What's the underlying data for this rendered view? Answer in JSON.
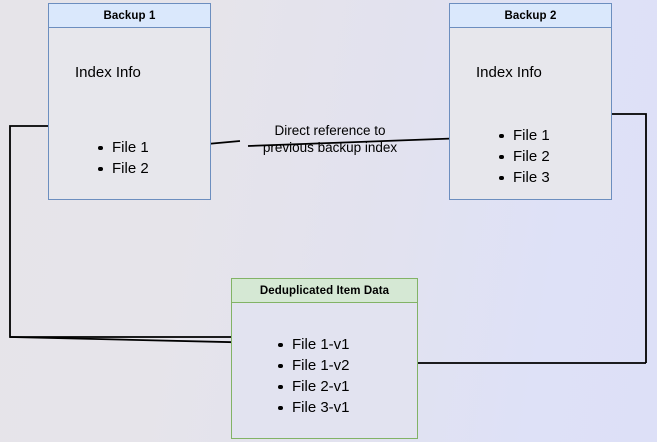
{
  "diagram": {
    "title": "Backup deduplication index reference diagram",
    "background": {
      "from_color": "#e6e4e9",
      "to_color": "#dde0f7"
    },
    "colors": {
      "blue_border": "#6c8ebf",
      "blue_header_fill": "#dae8fc",
      "green_border": "#82b366",
      "green_header_fill": "#d5e8d4",
      "node_body_fill": "#e7e7ec",
      "edge_stroke": "#000000"
    },
    "nodes": [
      {
        "id": "backup1",
        "title": "Backup 1",
        "section_label": "Index Info",
        "items": [
          "File 1",
          "File 2"
        ]
      },
      {
        "id": "backup2",
        "title": "Backup 2",
        "section_label": "Index Info",
        "items": [
          "File 1",
          "File 2",
          "File 3"
        ]
      },
      {
        "id": "dedup",
        "title": "Deduplicated Item Data",
        "items": [
          "File 1-v1",
          "File 1-v2",
          "File 2-v1",
          "File 3-v1"
        ]
      }
    ],
    "edges": [
      {
        "id": "edge-backup2-index-to-backup1-index",
        "label": "Direct reference to\nprevious backup index",
        "from": "backup2.File 2",
        "to": "backup1.File 2"
      },
      {
        "id": "edge-backup1-to-dedup",
        "label": "",
        "from": "backup1.File 1",
        "to": "dedup.File 1-v1"
      },
      {
        "id": "edge-backup2-to-dedup",
        "label": "",
        "from": "backup2.File 1",
        "to": "dedup.File 1-v2"
      }
    ]
  }
}
